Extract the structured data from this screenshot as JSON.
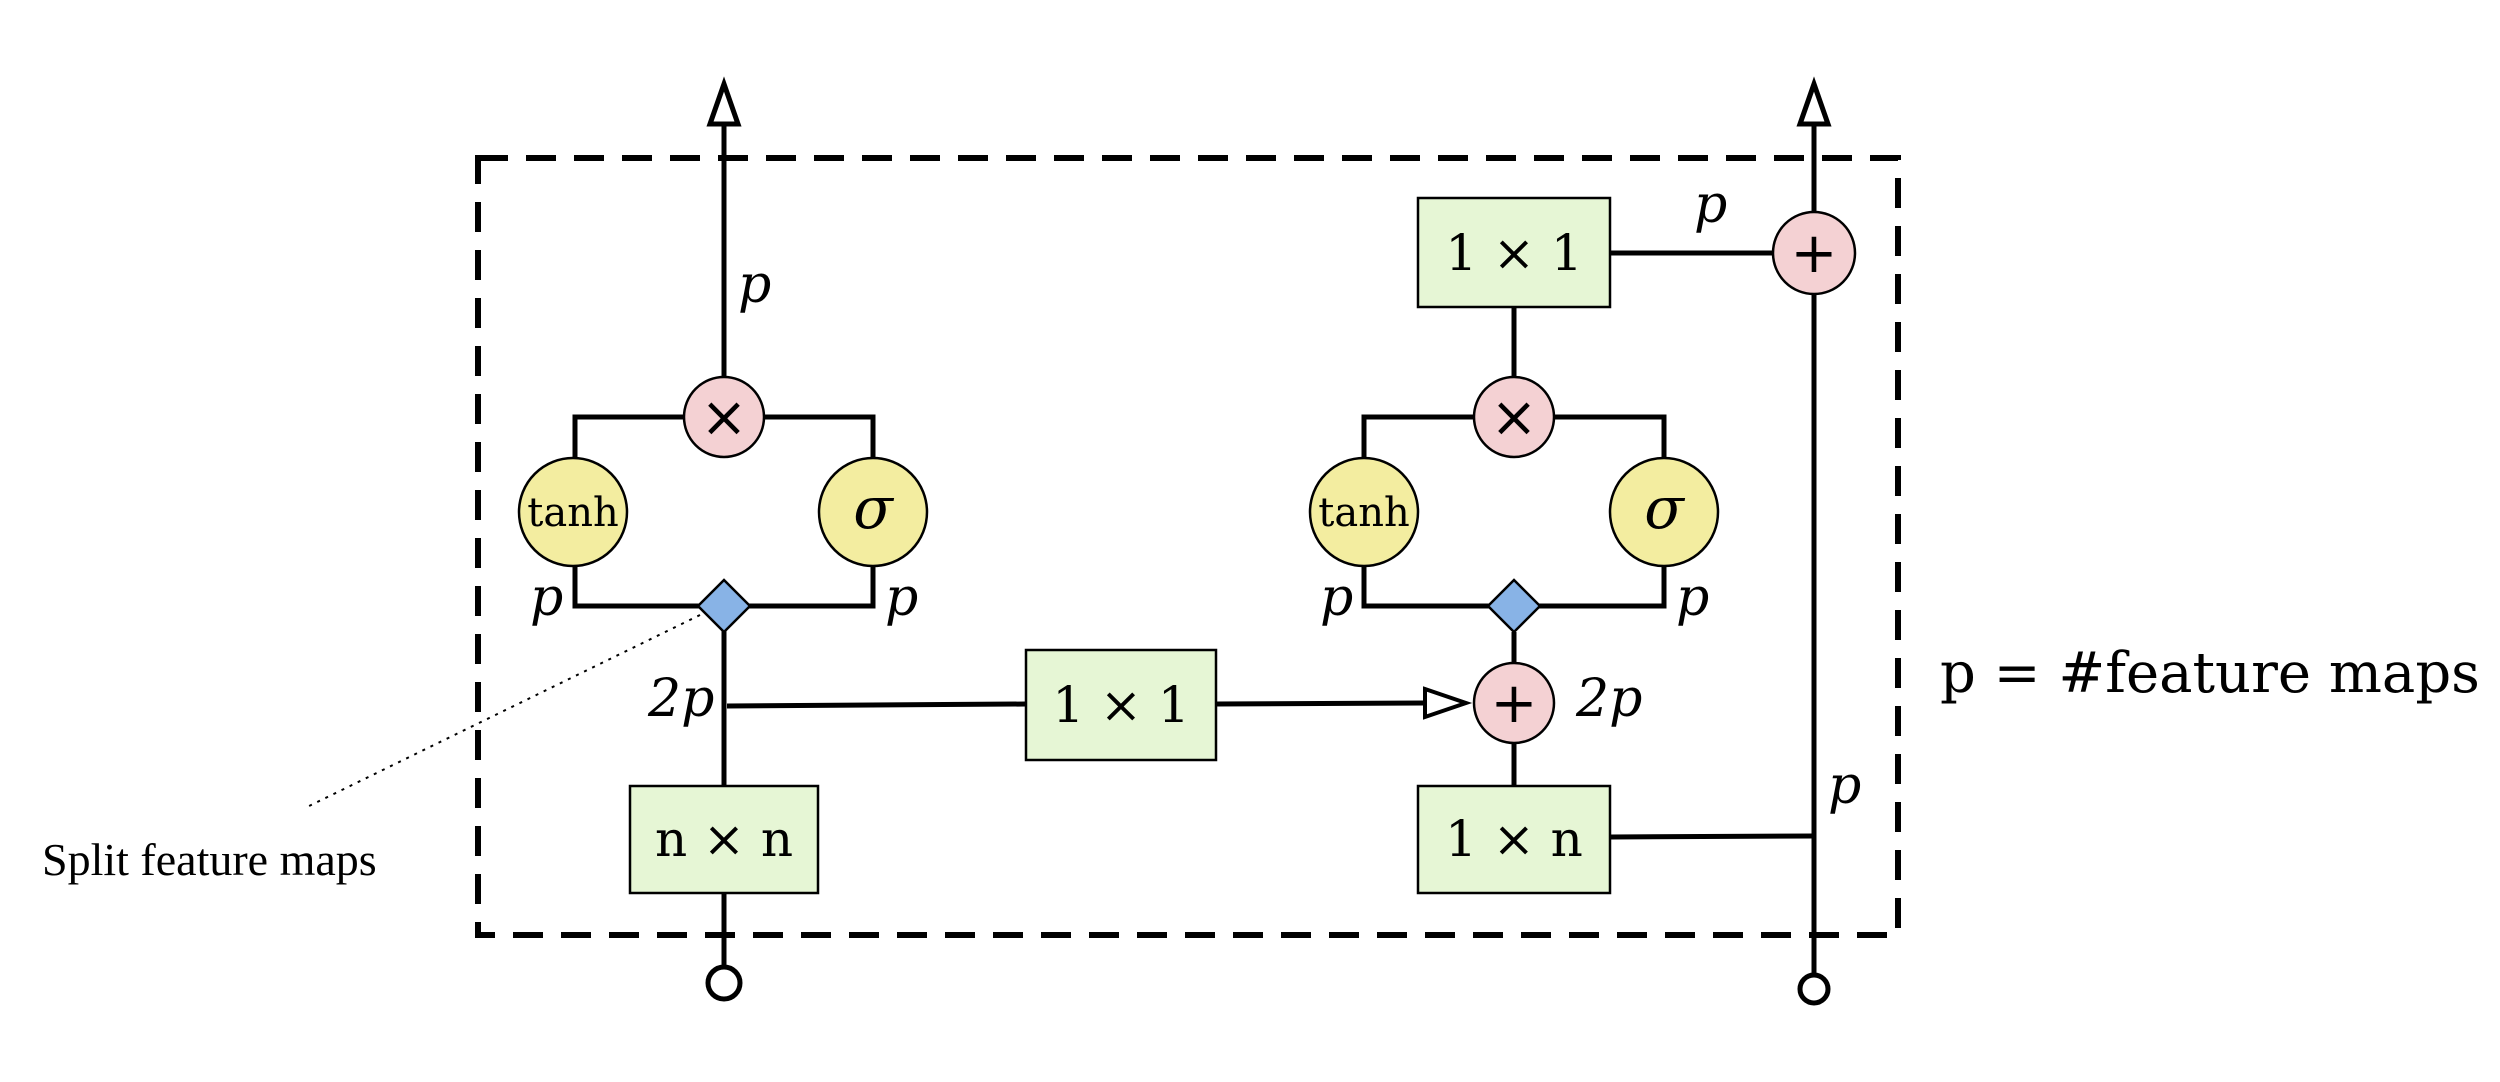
{
  "labels": {
    "p": "p",
    "two_p": "2p",
    "feature_maps_def": "p = #feature maps",
    "split_feature_maps": "Split feature maps"
  },
  "boxes": {
    "n_by_n": "n × n",
    "one_by_one_mid": "1 × 1",
    "one_by_n": "1 × n",
    "one_by_one_top": "1 × 1"
  },
  "gates": {
    "tanh": "tanh",
    "sigma": "σ"
  },
  "operators": {
    "multiply": "×",
    "add": "+"
  },
  "colors": {
    "conv_box": "#e6f6d5",
    "activation": "#f3eda0",
    "operator": "#f4d1d3",
    "split": "#88b3e6"
  }
}
